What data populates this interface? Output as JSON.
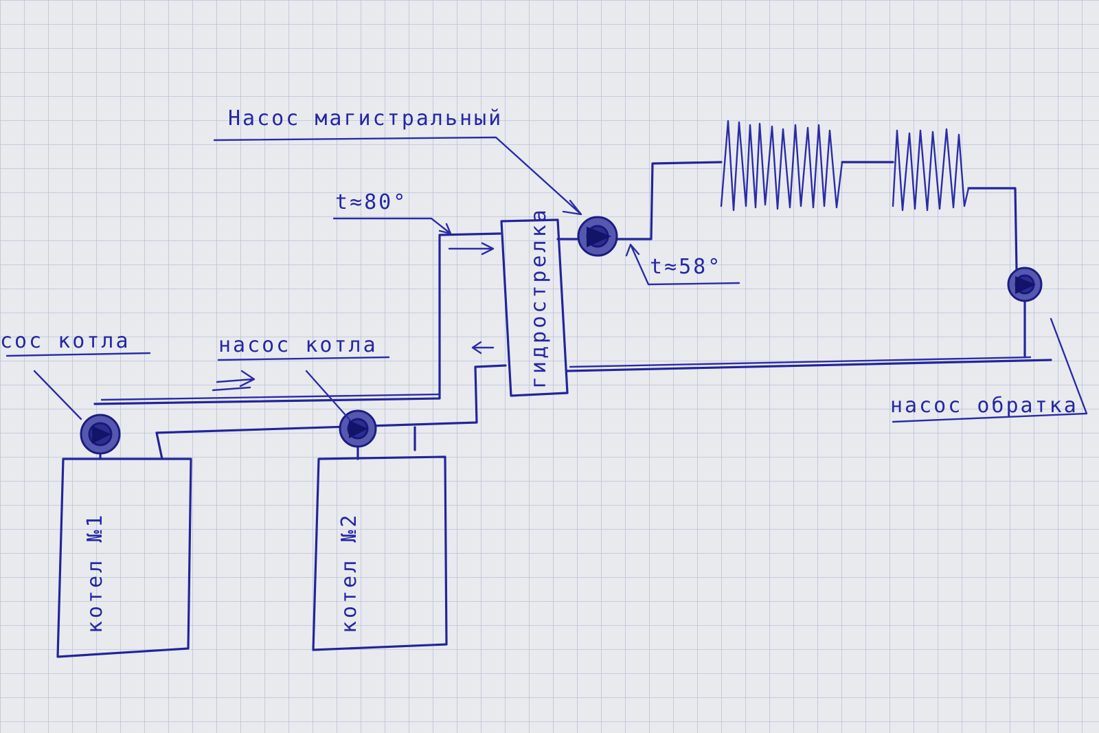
{
  "diagram": {
    "labels": {
      "main_pump": "Насос магистральный",
      "temp_supply": "t≈80°",
      "temp_return": "t≈58°",
      "boiler_pump_1": "сос котла",
      "boiler_pump_2": "насос котла",
      "return_pump": "насос обратка",
      "hydro_arrow": "гидрострелка",
      "boiler_1": "котел №1",
      "boiler_2": "котел №2"
    },
    "colors": {
      "ink": "#22249a",
      "paper": "#e9eaee",
      "grid": "#b9c2d6"
    },
    "icons": [
      "pump-icon",
      "radiator-icon",
      "flow-arrow-icon"
    ]
  }
}
